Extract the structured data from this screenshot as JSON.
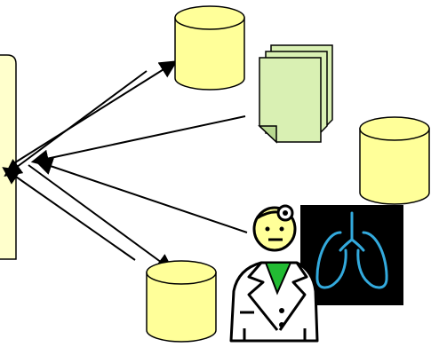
{
  "diagram": {
    "nodes": [
      {
        "name": "central-panel"
      },
      {
        "name": "database-top"
      },
      {
        "name": "documents-stack"
      },
      {
        "name": "database-right"
      },
      {
        "name": "database-bottom"
      },
      {
        "name": "doctor-figure"
      },
      {
        "name": "lung-xray-image"
      }
    ],
    "colors": {
      "panel_fill": "#FFFFCC",
      "cylinder_fill": "#FFFF99",
      "document_fill": "#D9F0B3",
      "lung_stroke": "#33AADD",
      "doctor_collar": "#22BB33",
      "outline": "#000000"
    }
  }
}
